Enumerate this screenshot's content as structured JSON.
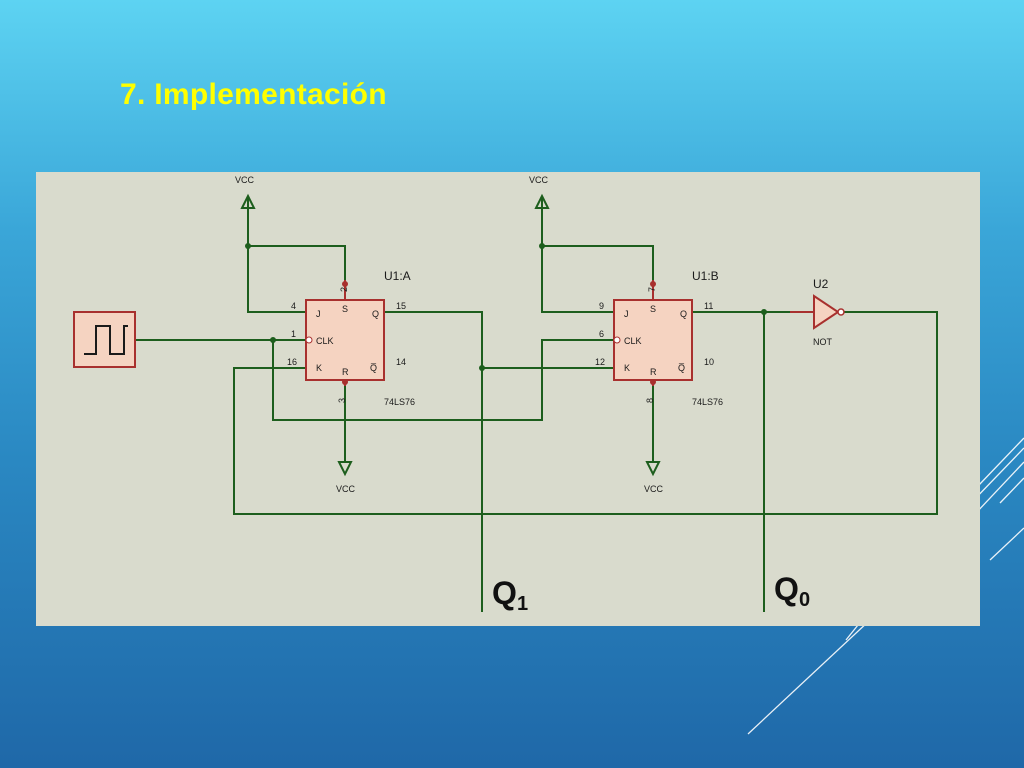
{
  "slide": {
    "title": "7. Implementación"
  },
  "schematic": {
    "flipflop_a": {
      "ref": "U1:A",
      "part": "74LS76",
      "pin_j": "4",
      "pin_clk": "1",
      "pin_k": "16",
      "pin_s": "2",
      "pin_r": "3",
      "pin_q": "15",
      "pin_qn": "14",
      "label_j": "J",
      "label_clk": "CLK",
      "label_k": "K",
      "label_s": "S",
      "label_r": "R",
      "label_q": "Q",
      "label_qn": "Q̅",
      "vcc_top": "VCC",
      "vcc_bottom": "VCC"
    },
    "flipflop_b": {
      "ref": "U1:B",
      "part": "74LS76",
      "pin_j": "9",
      "pin_clk": "6",
      "pin_k": "12",
      "pin_s": "7",
      "pin_r": "8",
      "pin_q": "11",
      "pin_qn": "10",
      "label_j": "J",
      "label_clk": "CLK",
      "label_k": "K",
      "label_s": "S",
      "label_r": "R",
      "label_q": "Q",
      "label_qn": "Q̅",
      "vcc_top": "VCC",
      "vcc_bottom": "VCC"
    },
    "inverter": {
      "ref": "U2",
      "type": "NOT"
    },
    "outputs": {
      "q1_main": "Q",
      "q1_sub": "1",
      "q0_main": "Q",
      "q0_sub": "0"
    },
    "colors": {
      "wire": "#1d5e1d",
      "component": "#a8302e",
      "chip_fill": "#f5d3c1",
      "panel": "#d9dbcd",
      "title": "#ffff00"
    }
  }
}
